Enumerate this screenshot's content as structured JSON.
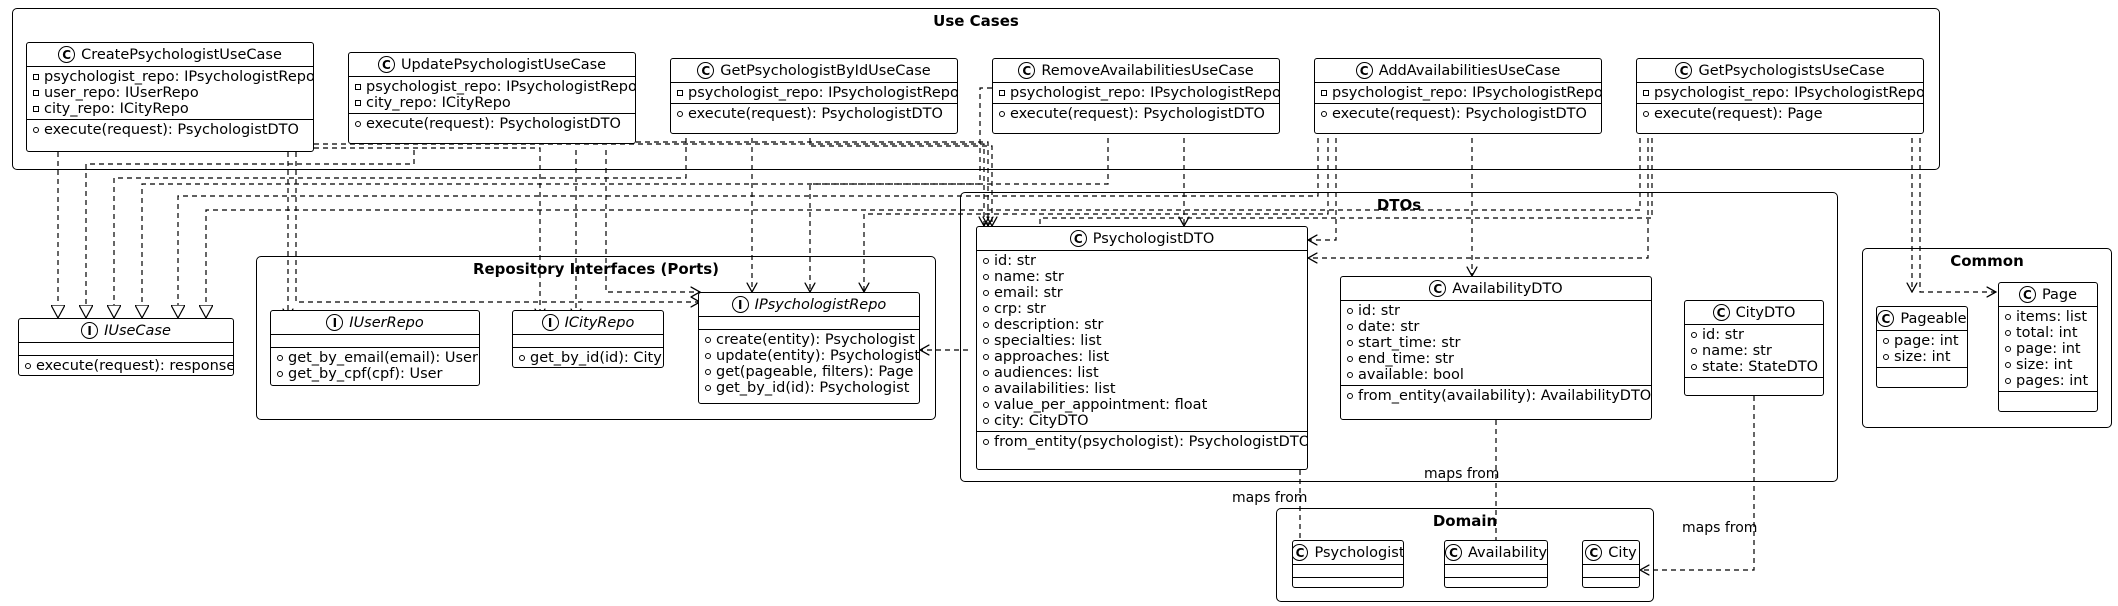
{
  "packages": {
    "use_cases": "Use Cases",
    "dtos": "DTOs",
    "repository_interfaces": "Repository Interfaces (Ports)",
    "common": "Common",
    "domain": "Domain"
  },
  "classes": {
    "create_psychologist_use_case": {
      "name": "CreatePsychologistUseCase",
      "fields": [
        "psychologist_repo: IPsychologistRepo",
        "user_repo: IUserRepo",
        "city_repo: ICityRepo"
      ],
      "methods": [
        "execute(request): PsychologistDTO"
      ]
    },
    "update_psychologist_use_case": {
      "name": "UpdatePsychologistUseCase",
      "fields": [
        "psychologist_repo: IPsychologistRepo",
        "city_repo: ICityRepo"
      ],
      "methods": [
        "execute(request): PsychologistDTO"
      ]
    },
    "get_psychologist_by_id_use_case": {
      "name": "GetPsychologistByIdUseCase",
      "fields": [
        "psychologist_repo: IPsychologistRepo"
      ],
      "methods": [
        "execute(request): PsychologistDTO"
      ]
    },
    "remove_availabilities_use_case": {
      "name": "RemoveAvailabilitiesUseCase",
      "fields": [
        "psychologist_repo: IPsychologistRepo"
      ],
      "methods": [
        "execute(request): PsychologistDTO"
      ]
    },
    "add_availabilities_use_case": {
      "name": "AddAvailabilitiesUseCase",
      "fields": [
        "psychologist_repo: IPsychologistRepo"
      ],
      "methods": [
        "execute(request): PsychologistDTO"
      ]
    },
    "get_psychologists_use_case": {
      "name": "GetPsychologistsUseCase",
      "fields": [
        "psychologist_repo: IPsychologistRepo"
      ],
      "methods": [
        "execute(request): Page"
      ]
    },
    "i_use_case": {
      "name": "IUseCase",
      "fields": [],
      "methods": [
        "execute(request): response"
      ]
    },
    "i_user_repo": {
      "name": "IUserRepo",
      "fields": [],
      "methods": [
        "get_by_email(email): User",
        "get_by_cpf(cpf): User"
      ]
    },
    "i_city_repo": {
      "name": "ICityRepo",
      "fields": [],
      "methods": [
        "get_by_id(id): City"
      ]
    },
    "i_psychologist_repo": {
      "name": "IPsychologistRepo",
      "fields": [],
      "methods": [
        "create(entity): Psychologist",
        "update(entity): Psychologist",
        "get(pageable, filters): Page",
        "get_by_id(id): Psychologist"
      ]
    },
    "psychologist_dto": {
      "name": "PsychologistDTO",
      "fields": [
        "id: str",
        "name: str",
        "email: str",
        "crp: str",
        "description: str",
        "specialties: list",
        "approaches: list",
        "audiences: list",
        "availabilities: list",
        "value_per_appointment: float",
        "city: CityDTO"
      ],
      "methods": [
        "from_entity(psychologist): PsychologistDTO"
      ]
    },
    "availability_dto": {
      "name": "AvailabilityDTO",
      "fields": [
        "id: str",
        "date: str",
        "start_time: str",
        "end_time: str",
        "available: bool"
      ],
      "methods": [
        "from_entity(availability): AvailabilityDTO"
      ]
    },
    "city_dto": {
      "name": "CityDTO",
      "fields": [
        "id: str",
        "name: str",
        "state: StateDTO"
      ],
      "methods": []
    },
    "pageable": {
      "name": "Pageable",
      "fields": [
        "page: int",
        "size: int"
      ],
      "methods": []
    },
    "page": {
      "name": "Page",
      "fields": [
        "items: list",
        "total: int",
        "page: int",
        "size: int",
        "pages: int"
      ],
      "methods": []
    },
    "psychologist": {
      "name": "Psychologist",
      "fields": [],
      "methods": []
    },
    "availability": {
      "name": "Availability",
      "fields": [],
      "methods": []
    },
    "city": {
      "name": "City",
      "fields": [],
      "methods": []
    }
  },
  "edge_labels": {
    "psychologist_maps": "maps from",
    "availability_maps": "maps from",
    "city_maps": "maps from"
  }
}
